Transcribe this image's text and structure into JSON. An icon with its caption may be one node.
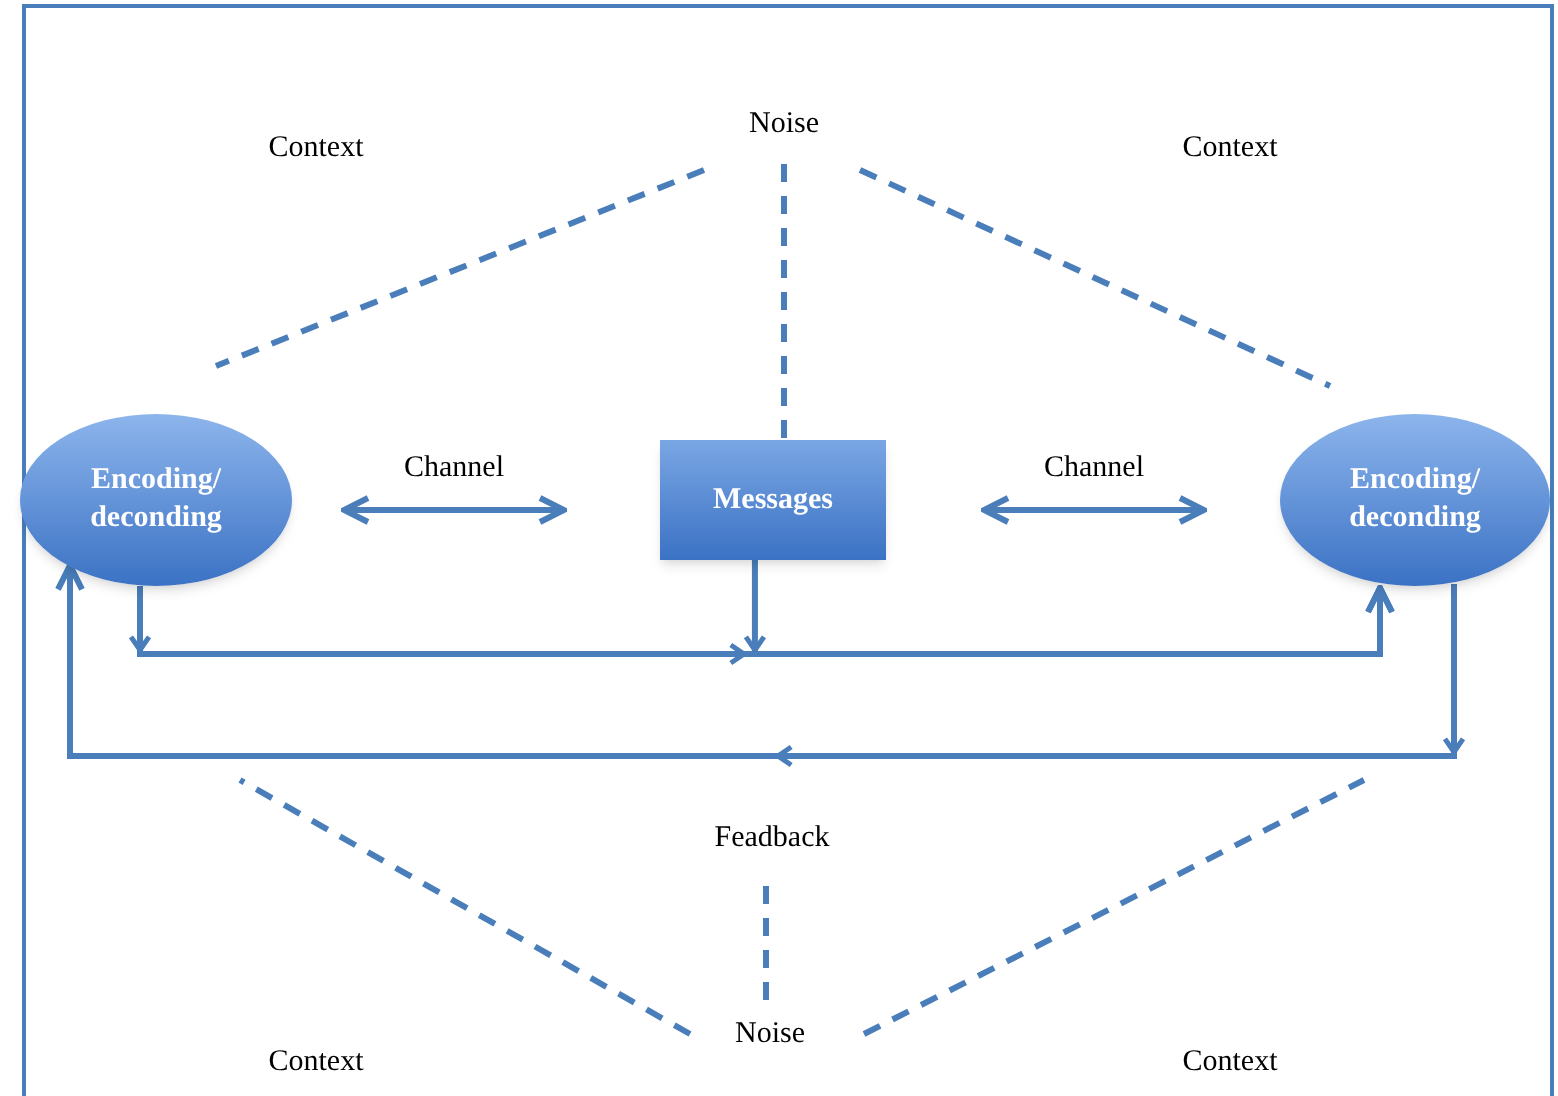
{
  "diagram": {
    "nodes": [
      {
        "text": [
          "Noise"
        ]
      },
      {
        "text": [
          "Encoding/ deconding"
        ]
      },
      {
        "text": [
          "Messages"
        ]
      },
      {
        "text": [
          "Encoding/ deconding"
        ]
      },
      {
        "text": [
          "Feadback"
        ]
      },
      {
        "text": [
          "Noise"
        ]
      }
    ],
    "edges": [
      {
        "from": 1,
        "to": 3,
        "arrow": "to"
      },
      {
        "from": 2,
        "to": 3,
        "arrow": "to"
      },
      {
        "from": 3,
        "to": 1,
        "arrow": "to"
      },
      {
        "from": 0,
        "to": 1,
        "arrow": "none",
        "style": "dashed"
      },
      {
        "from": 0,
        "to": 2,
        "arrow": "none",
        "style": "dashed"
      },
      {
        "from": 0,
        "to": 3,
        "arrow": "none",
        "style": "dashed"
      },
      {
        "from": 5,
        "to": 4,
        "arrow": "none",
        "style": "dashed"
      },
      {
        "from": 5,
        "to": null,
        "arrow": "none",
        "style": "dashed"
      },
      {
        "from": 5,
        "to": null,
        "arrow": "none",
        "style": "dashed"
      },
      {
        "from": 1,
        "to": 2,
        "label": "Channel",
        "arrow": "both"
      },
      {
        "from": 2,
        "to": 3,
        "label": "Channel",
        "arrow": "both"
      }
    ],
    "labels": [
      "Context",
      "Context",
      "Context",
      "Context"
    ]
  }
}
